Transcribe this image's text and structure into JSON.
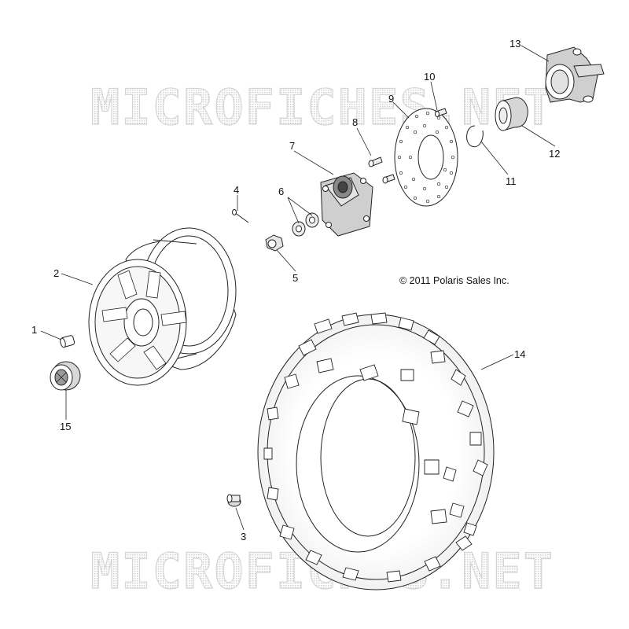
{
  "watermark": {
    "top": "MICROFICHES.NET",
    "bottom": "MICROFICHES.NET"
  },
  "copyright": "© 2011 Polaris Sales Inc.",
  "callouts": {
    "c1": "1",
    "c2": "2",
    "c3": "3",
    "c4": "4",
    "c5": "5",
    "c6": "6",
    "c7": "7",
    "c8": "8",
    "c9": "9",
    "c10": "10",
    "c11": "11",
    "c12": "12",
    "c13": "13",
    "c14": "14",
    "c15": "15"
  }
}
